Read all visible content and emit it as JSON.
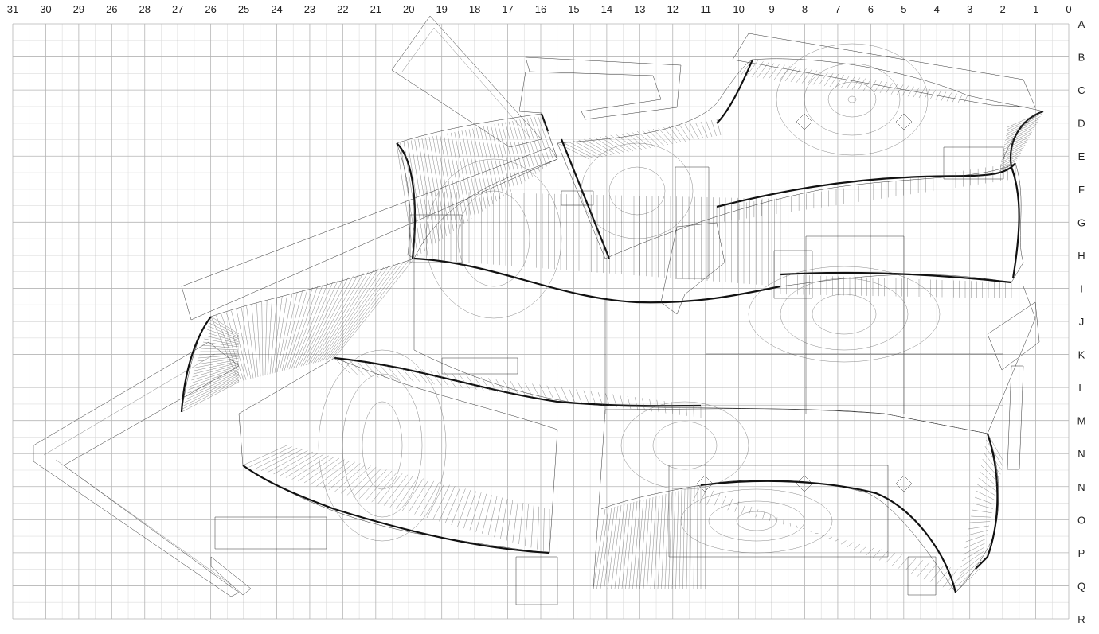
{
  "grid": {
    "columns": [
      "31",
      "30",
      "29",
      "26",
      "28",
      "27",
      "26",
      "25",
      "24",
      "23",
      "22",
      "21",
      "20",
      "19",
      "18",
      "17",
      "16",
      "15",
      "14",
      "13",
      "12",
      "11",
      "10",
      "9",
      "8",
      "7",
      "6",
      "5",
      "4",
      "3",
      "2",
      "1",
      "0"
    ],
    "rows": [
      "A",
      "B",
      "C",
      "D",
      "E",
      "F",
      "G",
      "H",
      "I",
      "J",
      "K",
      "L",
      "M",
      "N",
      "N",
      "O",
      "P",
      "Q",
      "R"
    ]
  }
}
